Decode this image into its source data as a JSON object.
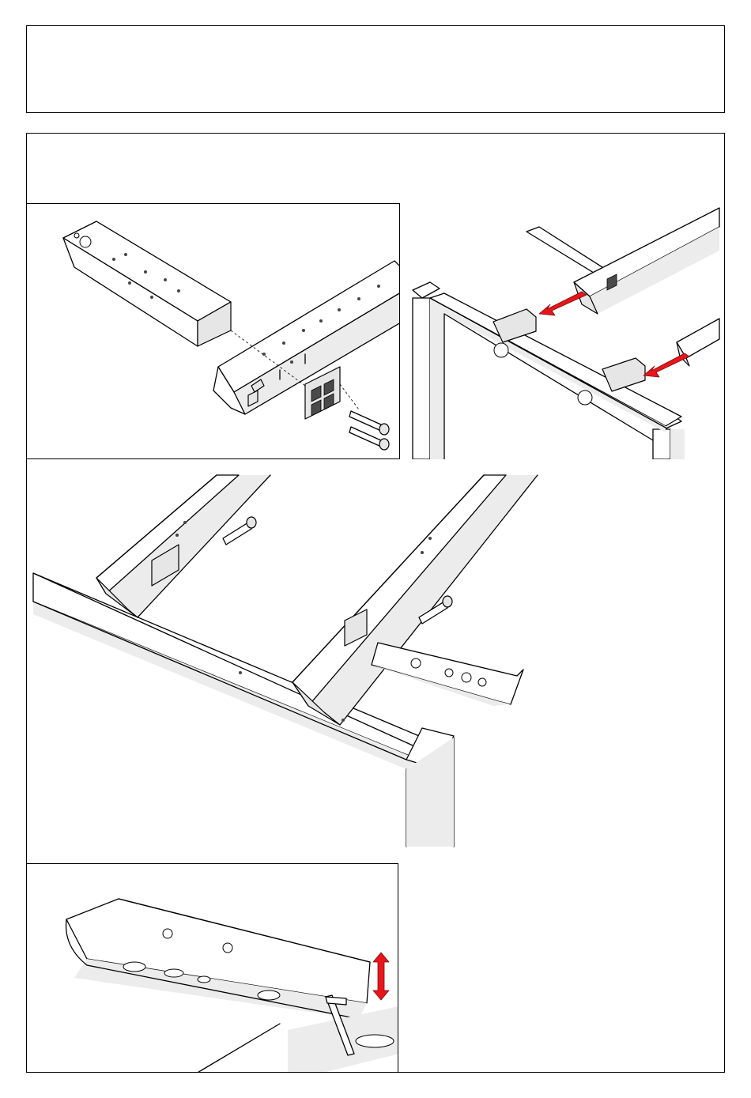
{
  "page": {
    "header_box": {
      "text": ""
    },
    "steps": [
      {
        "name": "attach-connector",
        "description": ""
      },
      {
        "name": "insert-crossbeams",
        "description": ""
      },
      {
        "name": "bolt-crossbeams",
        "description": ""
      },
      {
        "name": "adjust-foot",
        "description": ""
      }
    ]
  },
  "colors": {
    "arrow": "#e8161b",
    "line": "#000000",
    "shade": "#ececec"
  },
  "icons": [
    "arrow-insert-icon",
    "arrow-up-down-icon",
    "hex-key-icon",
    "bolt-icon"
  ]
}
